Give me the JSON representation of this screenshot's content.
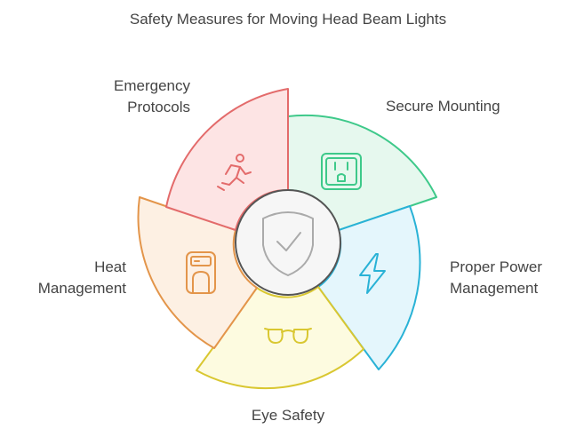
{
  "title": "Safety Measures for Moving Head Beam Lights",
  "center": {
    "icon": "shield-check-icon"
  },
  "segments": [
    {
      "key": "secure_mounting",
      "lines": [
        "Secure Mounting"
      ],
      "icon": "power-outlet-icon",
      "fill": "#e6f8ee",
      "stroke": "#3ec98a"
    },
    {
      "key": "proper_power",
      "lines": [
        "Proper Power",
        "Management"
      ],
      "icon": "lightning-bolt-icon",
      "fill": "#e4f6fc",
      "stroke": "#29b2d6"
    },
    {
      "key": "eye_safety",
      "lines": [
        "Eye Safety"
      ],
      "icon": "eyeglasses-icon",
      "fill": "#fdfbe0",
      "stroke": "#d9c731"
    },
    {
      "key": "heat_management",
      "lines": [
        "Heat",
        "Management"
      ],
      "icon": "heater-icon",
      "fill": "#fdf0e3",
      "stroke": "#e3954a"
    },
    {
      "key": "emergency_protocols",
      "lines": [
        "Emergency",
        "Protocols"
      ],
      "icon": "running-person-icon",
      "fill": "#fde4e4",
      "stroke": "#e36b6b"
    }
  ]
}
